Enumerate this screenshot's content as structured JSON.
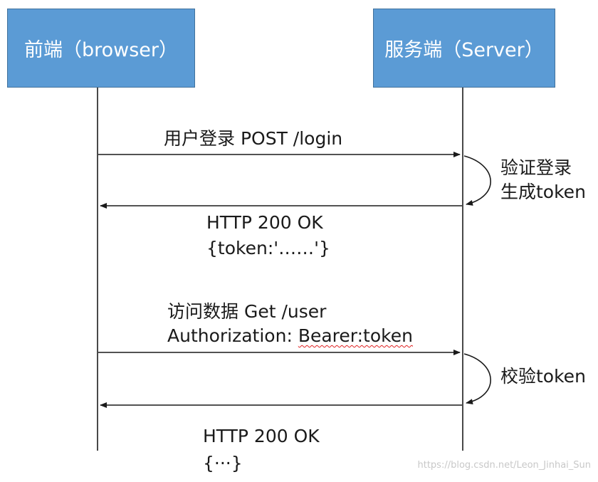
{
  "actors": {
    "browser": "前端（browser）",
    "server": "服务端（Server）"
  },
  "messages": {
    "login_request": "用户登录   POST /login",
    "verify_note_line1": "验证登录",
    "verify_note_line2": "生成token",
    "login_response_line1": "HTTP 200 OK",
    "login_response_line2": "{token:'……'}",
    "data_request_line1": "访问数据   Get /user",
    "data_request_auth_prefix": "Authorization: ",
    "data_request_auth_token": "Bearer:token",
    "check_note": "校验token",
    "data_response_line1": "HTTP 200 OK",
    "data_response_line2": "{···}"
  },
  "watermark": "https://blog.csdn.net/Leon_Jinhai_Sun"
}
